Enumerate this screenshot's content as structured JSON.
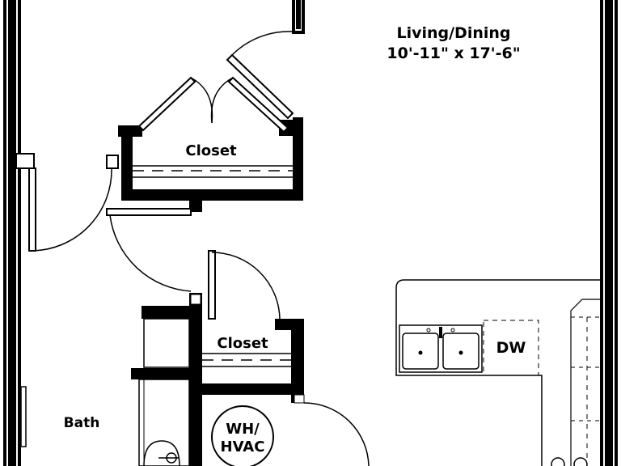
{
  "rooms": {
    "living_dining": {
      "name": "Living/Dining",
      "size": "10'-11\" x 17'-6\""
    },
    "closet_upper": {
      "name": "Closet"
    },
    "closet_lower": {
      "name": "Closet"
    },
    "bath": {
      "name": "Bath"
    },
    "dishwasher": {
      "name": "DW"
    },
    "utility": {
      "line1": "WH/",
      "line2": "HVAC"
    }
  },
  "colors": {
    "wall": "#000000",
    "background": "#ffffff",
    "line": "#000000"
  }
}
